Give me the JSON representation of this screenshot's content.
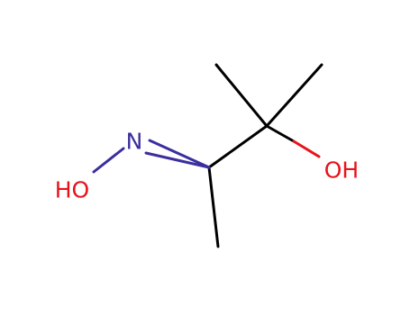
{
  "molecule": {
    "atoms": {
      "nitrogen": {
        "symbol": "N"
      },
      "oxime_oh": {
        "symbol": "HO"
      },
      "alcohol_oh": {
        "symbol": "OH"
      }
    }
  },
  "colors": {
    "carbon_bond": "#000000",
    "nitrogen": "#3a2f9e",
    "oxygen": "#e8131a"
  }
}
